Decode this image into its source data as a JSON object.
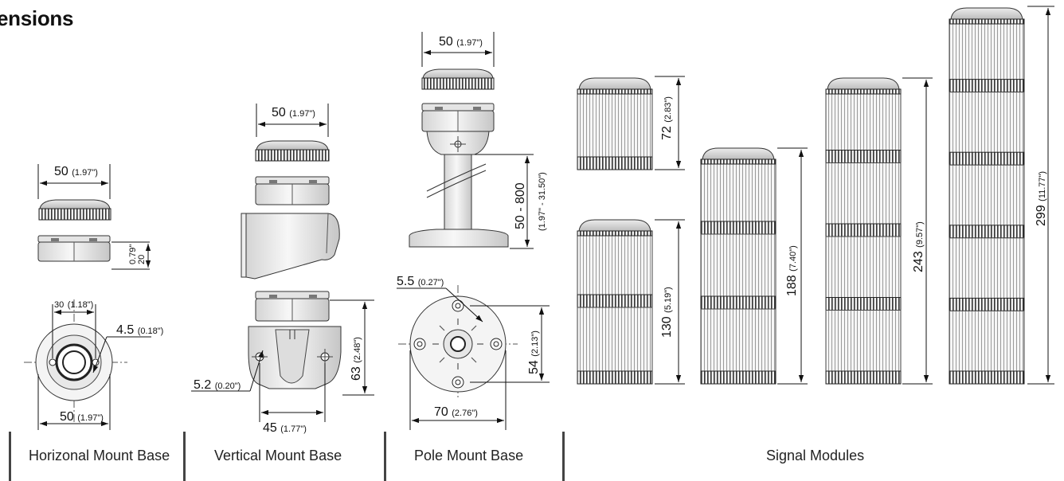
{
  "title": "ensions",
  "captions": {
    "horizontal": "Horizonal Mount Base",
    "vertical": "Vertical Mount Base",
    "pole": "Pole Mount Base",
    "signal": "Signal Modules"
  },
  "dims": {
    "h_width_top": {
      "main": "50",
      "sub": "(1.97\")"
    },
    "h_height": {
      "main": "20",
      "sub": "0.79\""
    },
    "h_30": {
      "main": "30",
      "sub": "(1.18\")"
    },
    "h_45": {
      "main": "4.5",
      "sub": "(0.18\")"
    },
    "h_width_bot": {
      "main": "50",
      "sub": "(1.97\")"
    },
    "v_width_top": {
      "main": "50",
      "sub": "(1.97\")"
    },
    "v_52": {
      "main": "5.2",
      "sub": "(0.20\")"
    },
    "v_63": {
      "main": "63",
      "sub": "(2.48\")"
    },
    "v_45": {
      "main": "45",
      "sub": "(1.77\")"
    },
    "p_width_top": {
      "main": "50",
      "sub": "(1.97\")"
    },
    "p_pole": {
      "main": "50 - 800",
      "sub": "(1.97\" - 31.50\")"
    },
    "p_55": {
      "main": "5.5",
      "sub": "(0.27\")"
    },
    "p_54": {
      "main": "54",
      "sub": "(2.13\")"
    },
    "p_70": {
      "main": "70",
      "sub": "(2.76\")"
    },
    "s_72": {
      "main": "72",
      "sub": "(2.83\")"
    },
    "s_130": {
      "main": "130",
      "sub": "(5.19\")"
    },
    "s_188": {
      "main": "188",
      "sub": "(7.40\")"
    },
    "s_243": {
      "main": "243",
      "sub": "(9.57\")"
    },
    "s_299": {
      "main": "299",
      "sub": "(11.77\")"
    }
  }
}
